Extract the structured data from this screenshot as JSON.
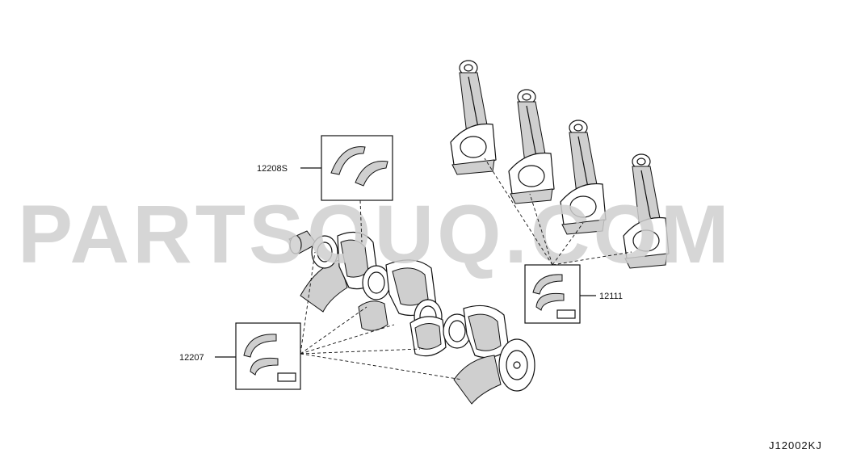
{
  "watermark": "PARTSOUQ.COM",
  "reference_code": "J12002KJ",
  "callouts": {
    "thrust_washer": "12208S",
    "main_bearing": "12207",
    "conrod_bearing": "12111"
  }
}
